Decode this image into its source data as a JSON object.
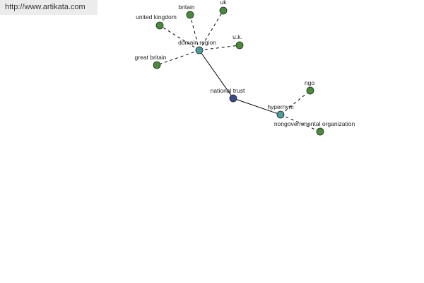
{
  "source_url": "http://www.artikata.com",
  "colors": {
    "center": "#3b4a8c",
    "relation": "#4f9a9c",
    "term": "#4a8a3c",
    "edge": "#000000"
  },
  "graph": {
    "nodes": [
      {
        "id": "national_trust",
        "label": "national trust",
        "kind": "center"
      },
      {
        "id": "domain_region",
        "label": "domain region",
        "kind": "relation"
      },
      {
        "id": "hypernym",
        "label": "hypernym",
        "kind": "relation"
      },
      {
        "id": "united_kingdom",
        "label": "united kingdom",
        "kind": "term"
      },
      {
        "id": "britain",
        "label": "britain",
        "kind": "term"
      },
      {
        "id": "uk",
        "label": "uk",
        "kind": "term"
      },
      {
        "id": "u_k",
        "label": "u.k.",
        "kind": "term"
      },
      {
        "id": "great_britain",
        "label": "great britain",
        "kind": "term"
      },
      {
        "id": "ngo",
        "label": "ngo",
        "kind": "term"
      },
      {
        "id": "nongovernmental_organization",
        "label": "nongovernmental organization",
        "kind": "term"
      }
    ],
    "edges": [
      {
        "from": "national_trust",
        "to": "domain_region",
        "style": "solid"
      },
      {
        "from": "national_trust",
        "to": "hypernym",
        "style": "solid"
      },
      {
        "from": "domain_region",
        "to": "united_kingdom",
        "style": "dashed"
      },
      {
        "from": "domain_region",
        "to": "britain",
        "style": "dashed"
      },
      {
        "from": "domain_region",
        "to": "uk",
        "style": "dashed"
      },
      {
        "from": "domain_region",
        "to": "u_k",
        "style": "dashed"
      },
      {
        "from": "domain_region",
        "to": "great_britain",
        "style": "dashed"
      },
      {
        "from": "hypernym",
        "to": "ngo",
        "style": "dashed"
      },
      {
        "from": "hypernym",
        "to": "nongovernmental_organization",
        "style": "dashed"
      }
    ]
  }
}
